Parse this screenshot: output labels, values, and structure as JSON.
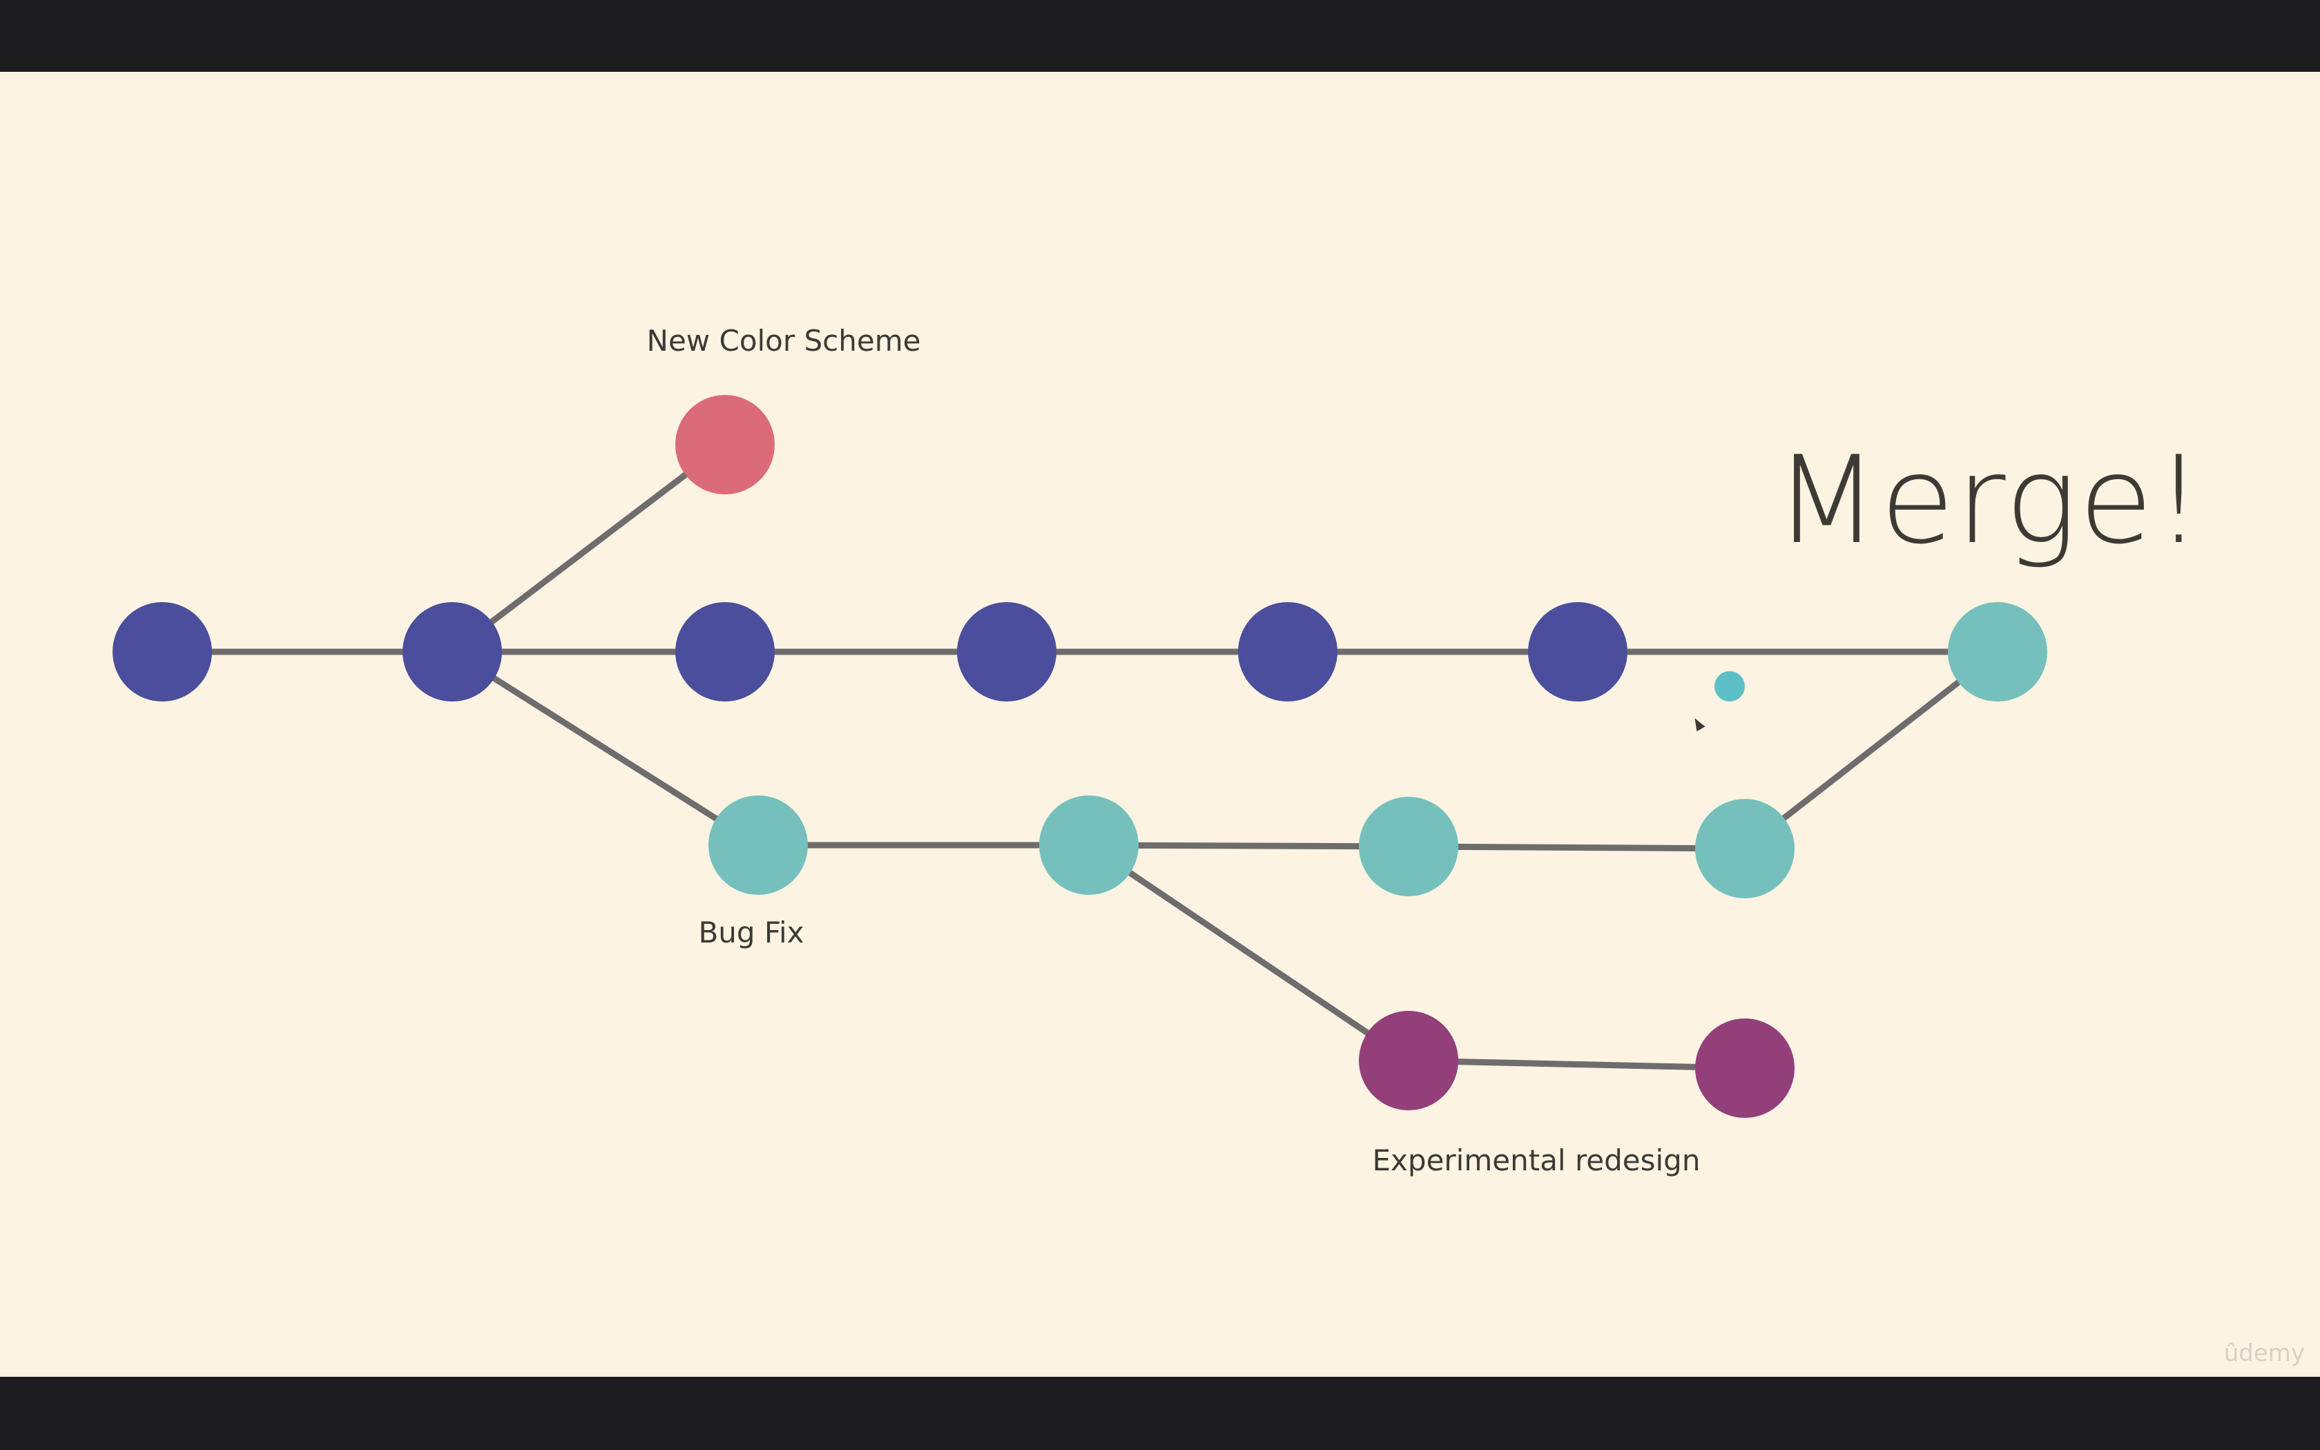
{
  "colors": {
    "background": "#fcf3e2",
    "edge": "#6e6c6c",
    "main": "#4a4e9c",
    "bugfix": "#75c0bc",
    "colorscheme": "#dc6b7a",
    "experimental": "#923f7a",
    "indicator": "#5cbfc8",
    "text": "#3d3a36"
  },
  "labels": {
    "new_color_scheme": "New Color Scheme",
    "bug_fix": "Bug Fix",
    "experimental_redesign": "Experimental redesign",
    "merge": "Merge!",
    "watermark": "ûdemy"
  },
  "nodes": [
    {
      "id": "m1",
      "branch": "main"
    },
    {
      "id": "m2",
      "branch": "main"
    },
    {
      "id": "m3",
      "branch": "main"
    },
    {
      "id": "m4",
      "branch": "main"
    },
    {
      "id": "m5",
      "branch": "main"
    },
    {
      "id": "m6",
      "branch": "main"
    },
    {
      "id": "merge",
      "branch": "bugfix"
    },
    {
      "id": "c1",
      "branch": "colorscheme"
    },
    {
      "id": "b1",
      "branch": "bugfix"
    },
    {
      "id": "b2",
      "branch": "bugfix"
    },
    {
      "id": "b3",
      "branch": "bugfix"
    },
    {
      "id": "b4",
      "branch": "bugfix"
    },
    {
      "id": "e1",
      "branch": "experimental"
    },
    {
      "id": "e2",
      "branch": "experimental"
    }
  ],
  "edges": [
    [
      "m1",
      "m2"
    ],
    [
      "m2",
      "m3"
    ],
    [
      "m3",
      "m4"
    ],
    [
      "m4",
      "m5"
    ],
    [
      "m5",
      "m6"
    ],
    [
      "m6",
      "merge"
    ],
    [
      "m2",
      "c1"
    ],
    [
      "m2",
      "b1"
    ],
    [
      "b1",
      "b2"
    ],
    [
      "b2",
      "b3"
    ],
    [
      "b3",
      "b4"
    ],
    [
      "b4",
      "merge"
    ],
    [
      "b2",
      "e1"
    ],
    [
      "e1",
      "e2"
    ]
  ]
}
